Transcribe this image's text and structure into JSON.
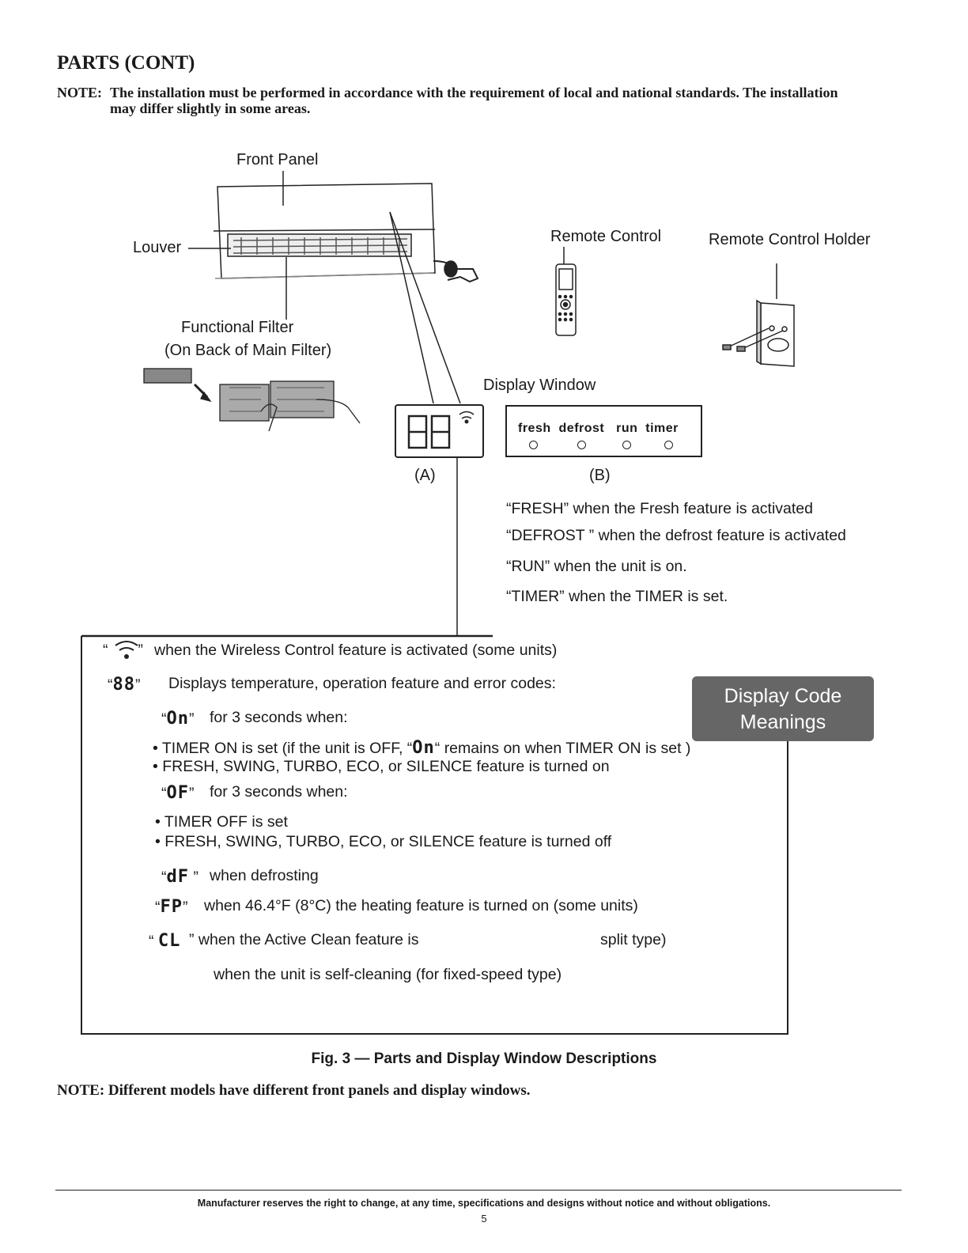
{
  "header": {
    "title": "PARTS (CONT)",
    "note_label": "NOTE:",
    "note_text": "The installation must be performed in accordance with the requirement of local and national standards. The installation may differ slightly in some areas."
  },
  "diagram": {
    "front_panel": "Front Panel",
    "louver": "Louver",
    "functional_filter": "Functional Filter",
    "functional_filter_sub": "(On Back of Main Filter)",
    "remote_control": "Remote Control",
    "remote_control_holder": "Remote Control Holder",
    "display_window": "Display Window",
    "display_a_digits": "88",
    "label_a": "(A)",
    "label_b": "(B)",
    "indicators": [
      "fresh",
      "defrost",
      "run",
      "timer"
    ]
  },
  "display_b_text": [
    "“FRESH” when the Fresh feature is activated",
    "“DEFROST ” when the defrost feature is activated",
    "“RUN”  when the unit is on.",
    "“TIMER” when the TIMER is set."
  ],
  "codes": {
    "wifi_text": "when the Wireless Control feature is activated (some units)",
    "code_88": "88",
    "code_88_text": "Displays  temperature, operation feature and error codes:",
    "code_on": "On",
    "code_on_text": "for 3 seconds when:",
    "on_bullet1_a": "• TIMER ON is set (if the unit is OFF, “",
    "on_bullet1_b": "“ remains on when TIMER ON is set )",
    "on_bullet2": "• FRESH, SWING, TURBO, ECO, or SILENCE feature is turned on",
    "code_of": "OF",
    "code_of_text": "for 3 seconds when:",
    "of_bullet1": "• TIMER OFF is set",
    "of_bullet2": "• FRESH, SWING, TURBO, ECO, or SILENCE feature is turned off",
    "code_df": "dF",
    "code_df_text": "when defrosting",
    "code_fp": "FP",
    "code_fp_text": "when 46.4°F (8°C) the heating feature is turned on (some units)",
    "code_cl": "CL",
    "code_cl_text": "” when the Active Clean feature is",
    "code_cl_tail": "split type)",
    "code_cl_text2": "when the unit is self-cleaning (for fixed-speed type)"
  },
  "badge": {
    "line1": "Display Code",
    "line2": "Meanings"
  },
  "caption": "Fig. 3 — Parts and Display Window Descriptions",
  "note2": "NOTE: Different models have different front panels and display windows.",
  "footer": "Manufacturer reserves the right to change, at any time, specifications and designs without notice and without obligations.",
  "page_number": "5"
}
